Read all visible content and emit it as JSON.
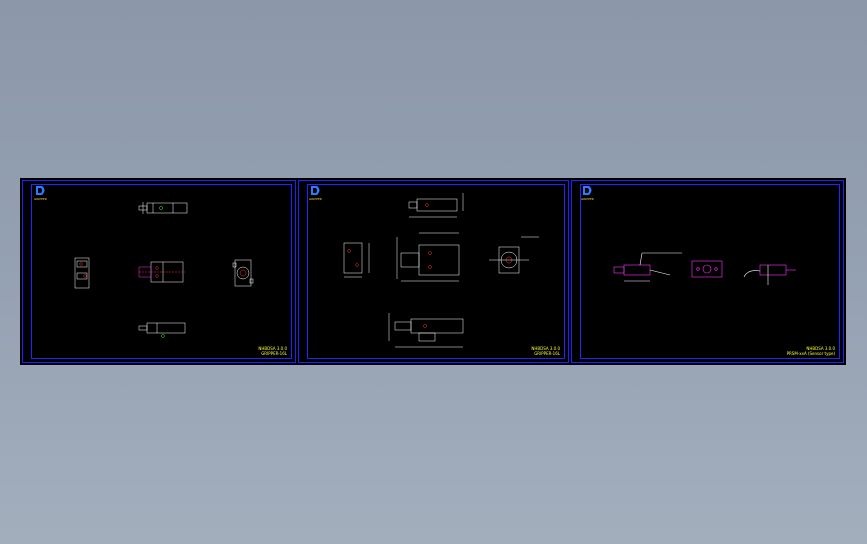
{
  "app": {
    "title": "CAD drawing viewer"
  },
  "sheets": [
    {
      "id": "sheet-1",
      "logo": "GRIPPER",
      "title_block": [
        "NHBDSA 3.0.0",
        "GRIPPER-16L"
      ]
    },
    {
      "id": "sheet-2",
      "logo": "GRIPPER",
      "title_block": [
        "NHBDSA 3.0.0",
        "GRIPPER-16L"
      ]
    },
    {
      "id": "sheet-3",
      "logo": "GRIPPER",
      "title_block": [
        "NHBDSA 3.0.0",
        "PRSM-xxA (Sensor type)"
      ]
    }
  ],
  "colors": {
    "background_top": "#8c98aa",
    "background_bottom": "#a3aebd",
    "model_space": "#000000",
    "frame": "#2323ff",
    "part_lines": "#ffffff",
    "dimensions": "#ffffff",
    "sensor_parts": "#ff33ff",
    "hidden_features": "#ff3333",
    "green_marks": "#33ff33",
    "title_block_text": "#ffff33",
    "logo_blue": "#2a7bff"
  }
}
